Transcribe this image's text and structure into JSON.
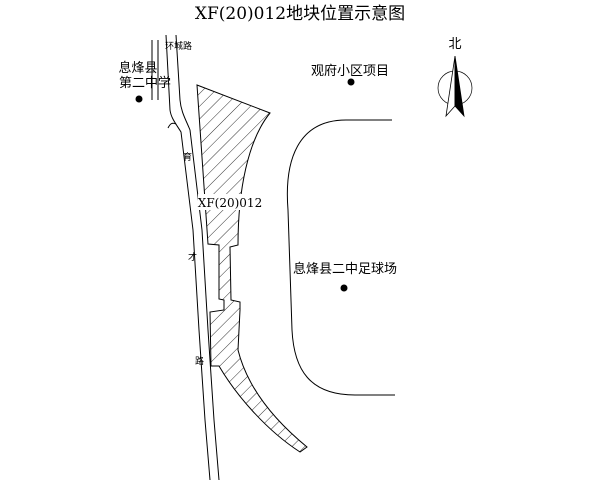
{
  "title": "XF(20)012地块位置示意图",
  "north_label": "北",
  "parcel_label": "XF(20)012",
  "places": {
    "school": {
      "line1": "息烽县",
      "line2": "第二中学"
    },
    "guanfu": "观府小区项目",
    "stadium": "息烽县二中足球场"
  },
  "roads": {
    "huancheng": "环城路",
    "yucai": [
      "育",
      "才",
      "路"
    ]
  }
}
